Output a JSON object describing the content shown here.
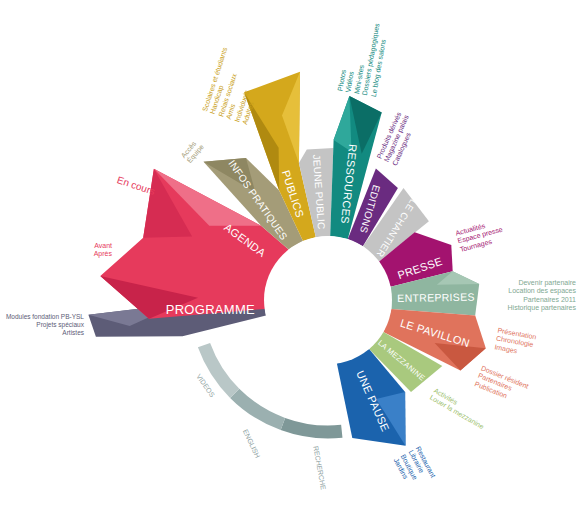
{
  "diagram": {
    "nodes": [
      {
        "text": [
          "PROGRAMME"
        ]
      },
      {
        "text": [
          "AGENDA"
        ]
      },
      {
        "text": [
          "INFOS PRATIQUES"
        ]
      },
      {
        "text": [
          "PUBLICS"
        ]
      },
      {
        "text": [
          "JEUNE PUBLIC"
        ]
      },
      {
        "text": [
          "RESSOURCES"
        ]
      },
      {
        "text": [
          "EDITIONS"
        ]
      },
      {
        "text": [
          "LE CHANTIER"
        ]
      },
      {
        "text": [
          "PRESSE"
        ]
      },
      {
        "text": [
          "ENTREPRISES"
        ]
      },
      {
        "text": [
          "LE PAVILLON"
        ]
      },
      {
        "text": [
          "LA MEZZANINE"
        ]
      },
      {
        "text": [
          "UNE PAUSE"
        ]
      }
    ],
    "labels": [
      "En cours",
      "Avant",
      "Après",
      "Modules fondation PB-YSL",
      "Projets spéciaux",
      "Artistes",
      "Accès",
      "Équipe",
      "Scolaires et étudiants",
      "Handicap",
      "Relais sociaux",
      "Amis",
      "Individuels",
      "Adultes",
      "Photos",
      "Vidéos",
      "Mini-sites",
      "Dossiers pédagogiques",
      "Le blog des salons",
      "Produits dérivés",
      "Magazine palais",
      "Catalogues",
      "Actualités",
      "Espace presse",
      "Tournages",
      "Devenir partenaire",
      "Location des espaces",
      "Partenaires 2011",
      "Historique partenaires",
      "Présentation",
      "Chronologie",
      "Images",
      "Dossier résident",
      "Partenaires",
      "Publication",
      "Activités",
      "Louer la mezzanine",
      "Restaurant",
      "Librairie",
      "Boutique",
      "Jardins",
      "VIDEOS",
      "ENGLISH",
      "RECHERCHE"
    ]
  }
}
